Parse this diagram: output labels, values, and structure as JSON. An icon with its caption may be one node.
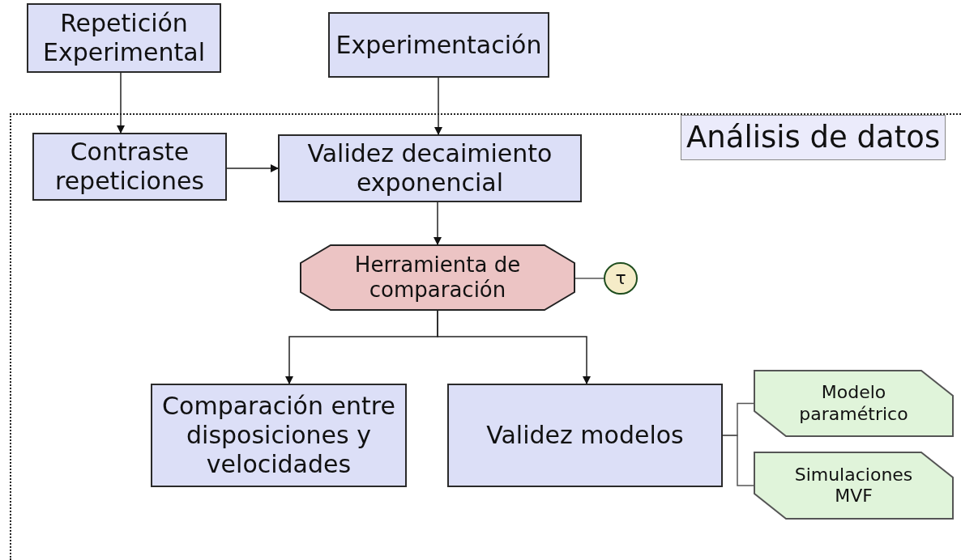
{
  "diagram": {
    "nodes": [
      {
        "text": [
          "Análisis de datos"
        ]
      },
      {
        "text": [
          "Repetición Experimental"
        ]
      },
      {
        "text": [
          "Experimentación"
        ]
      },
      {
        "text": [
          "Contraste repeticiones"
        ],
        "in": 0
      },
      {
        "text": [
          "Validez decaimiento exponencial"
        ],
        "in": 0
      },
      {
        "text": [
          "Herramienta de comparación"
        ],
        "in": 0
      },
      {
        "text": [
          "τ"
        ],
        "in": 0
      },
      {
        "text": [
          "Comparación entre disposiciones y velocidades"
        ],
        "in": 0
      },
      {
        "text": [
          "Validez modelos"
        ],
        "in": 0
      },
      {
        "text": [
          "Modelo paramétrico"
        ],
        "in": 0
      },
      {
        "text": [
          "Simulaciones MVF"
        ],
        "in": 0
      }
    ],
    "edges": [
      {
        "from": 1,
        "to": 3,
        "arrow": "to"
      },
      {
        "from": 2,
        "to": 4,
        "arrow": "to"
      },
      {
        "from": 3,
        "to": 4,
        "arrow": "to"
      },
      {
        "from": 4,
        "to": 5,
        "arrow": "to"
      },
      {
        "from": 5,
        "to": 6,
        "arrow": "none"
      },
      {
        "from": 5,
        "to": 7,
        "arrow": "to"
      },
      {
        "from": 5,
        "to": 8,
        "arrow": "to"
      },
      {
        "from": 8,
        "to": 9,
        "arrow": "none"
      },
      {
        "from": 8,
        "to": 10,
        "arrow": "none"
      }
    ]
  }
}
